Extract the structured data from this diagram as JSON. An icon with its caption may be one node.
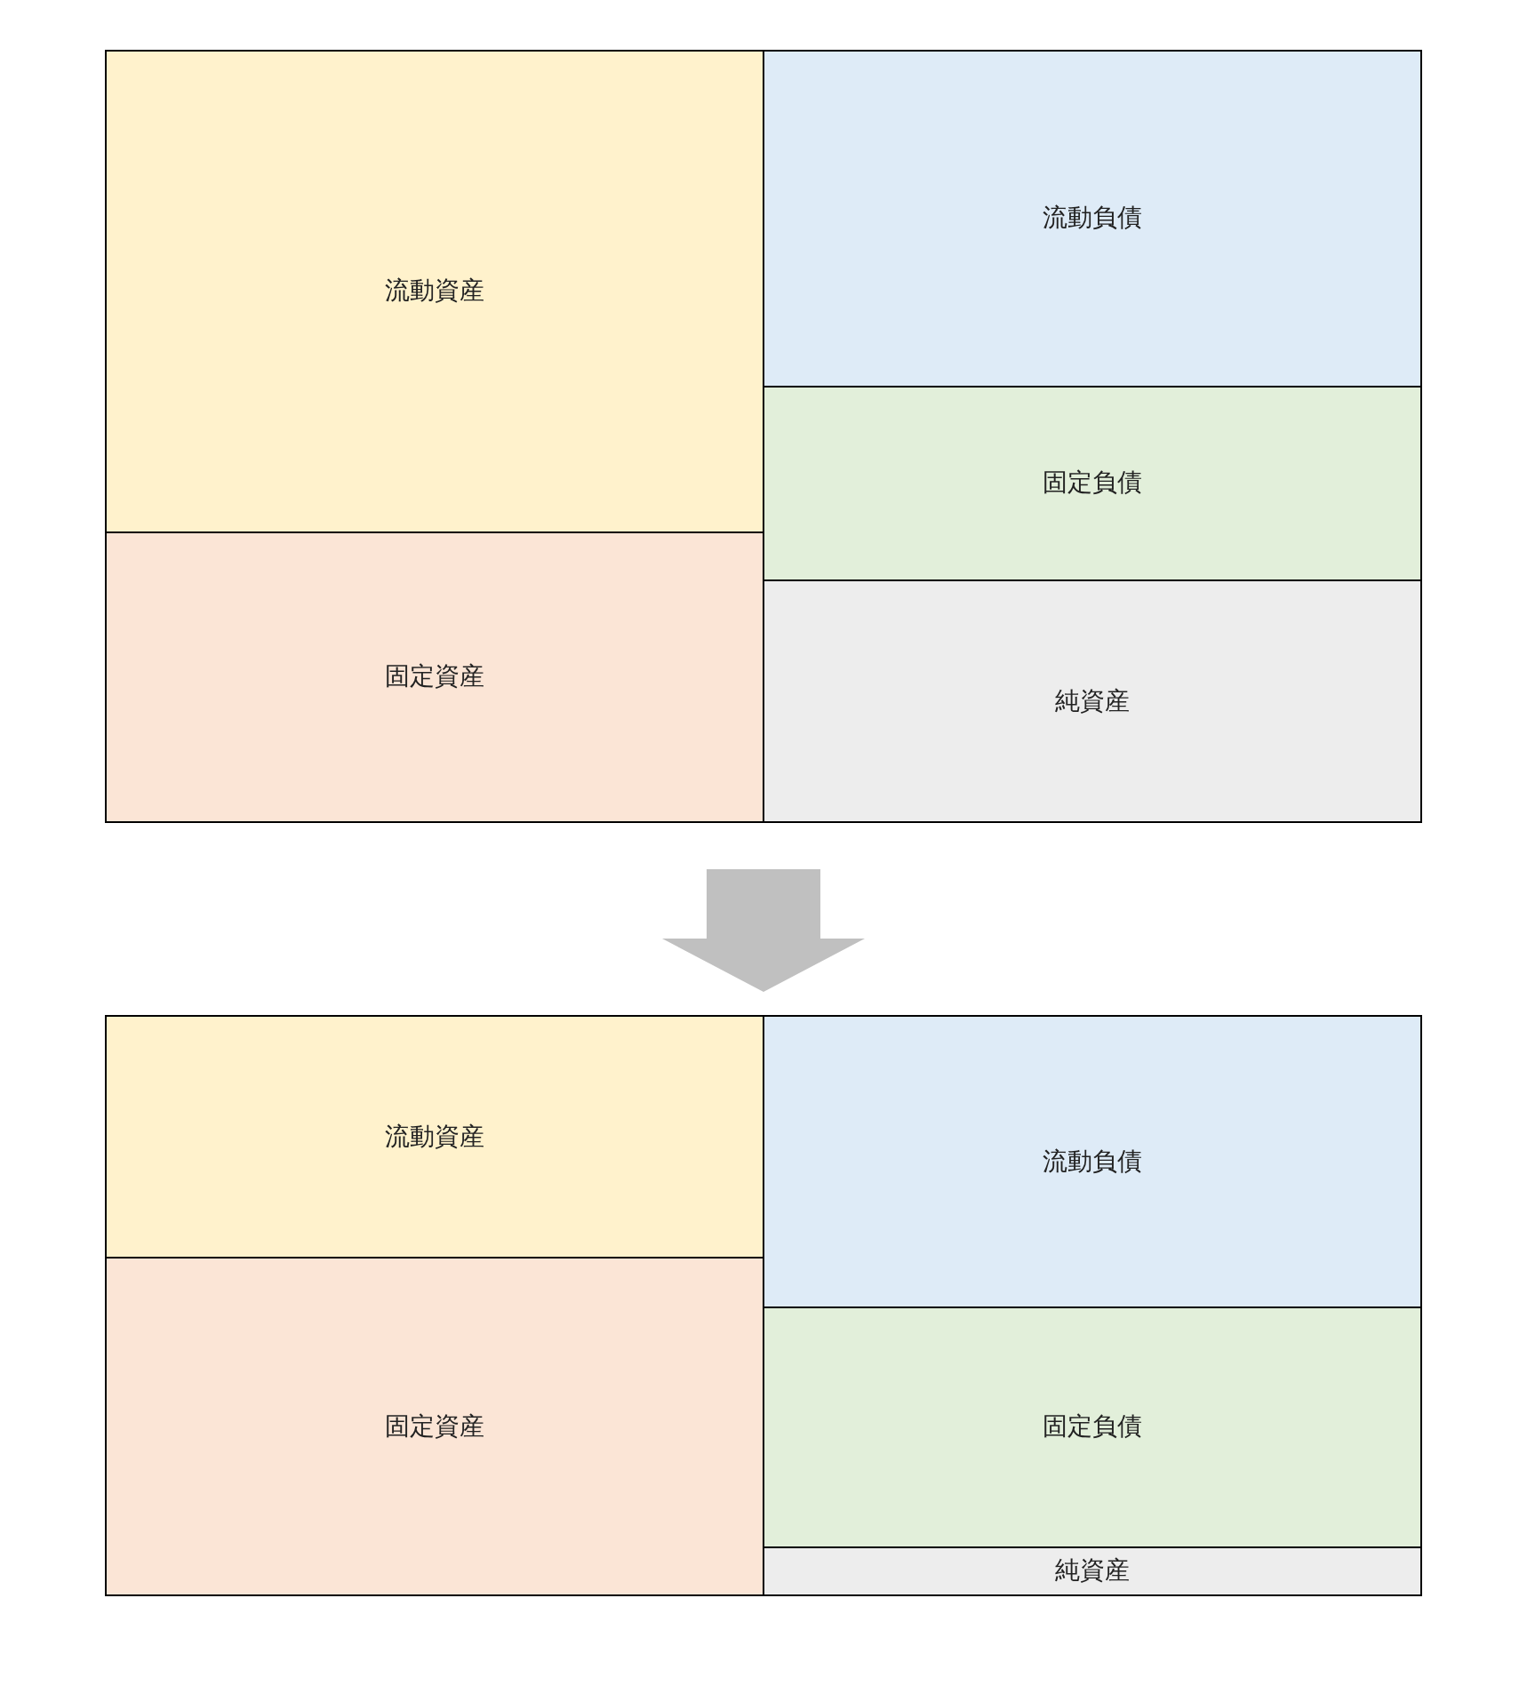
{
  "diagram": {
    "nodes": [
      {
        "text": [],
        "shape": "box"
      },
      {
        "text": [
          "流動資産"
        ],
        "in": 0
      },
      {
        "text": [
          "流動負債"
        ],
        "in": 0
      },
      {
        "text": [
          "固定負債"
        ],
        "in": 0
      },
      {
        "text": [
          "固定資産"
        ],
        "in": 0
      },
      {
        "text": [
          "純資産"
        ],
        "in": 0
      },
      {
        "text": [],
        "shape": "box"
      },
      {
        "text": [
          "流動資産"
        ],
        "in": 6
      },
      {
        "text": [
          "流動負債"
        ],
        "in": 6
      },
      {
        "text": [
          "固定資産"
        ],
        "in": 6
      },
      {
        "text": [
          "固定負債"
        ],
        "in": 6
      },
      {
        "text": [
          "純資産"
        ],
        "in": 6
      }
    ],
    "edges": [
      {
        "from": 0,
        "to": 6,
        "arrow": "to",
        "style": "thick"
      }
    ]
  }
}
